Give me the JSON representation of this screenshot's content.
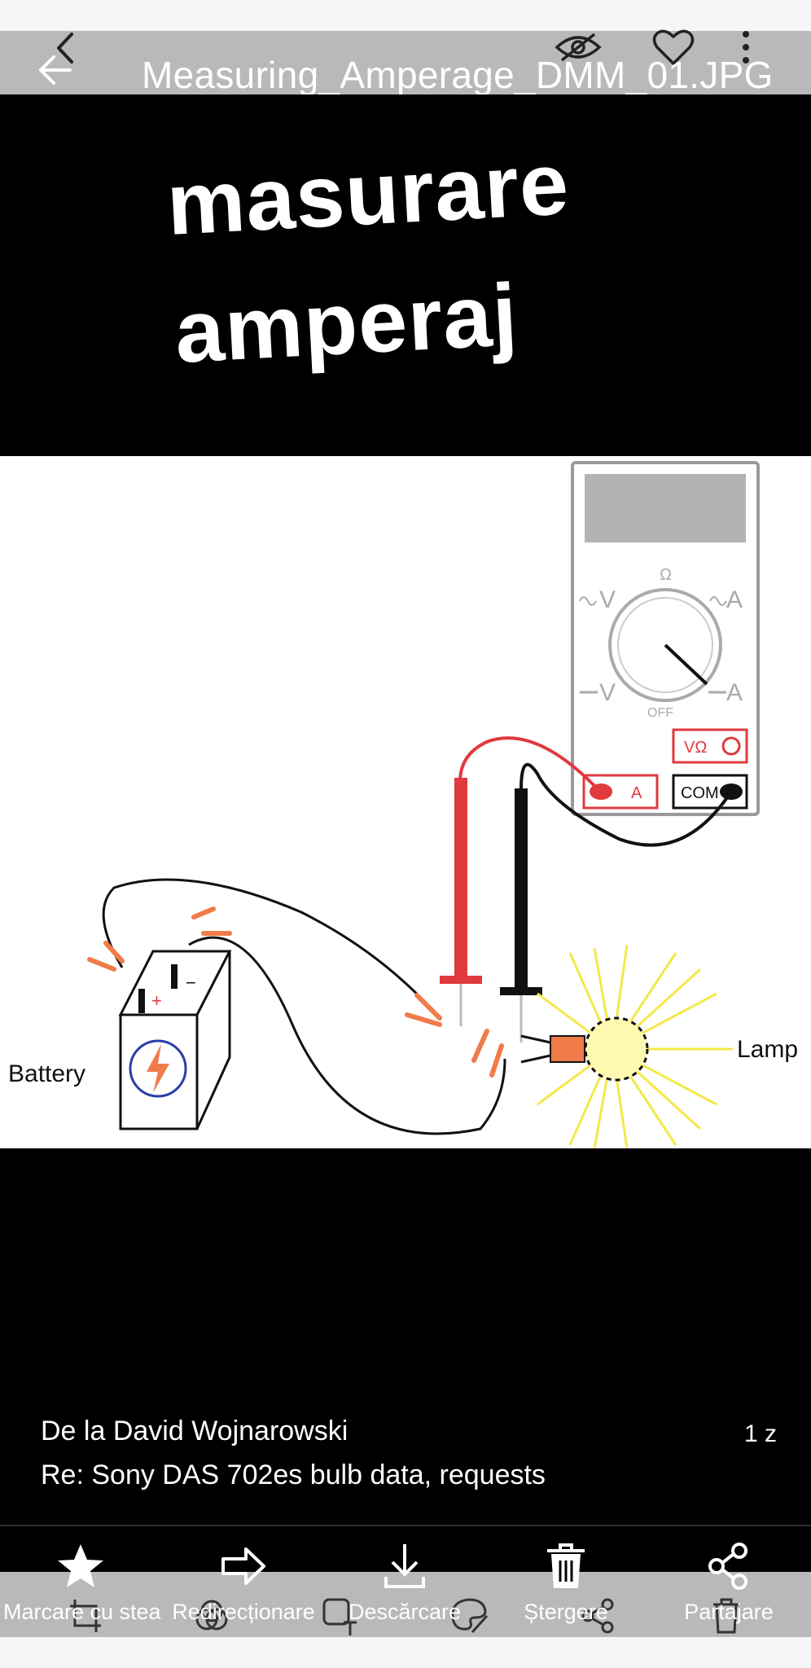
{
  "header": {
    "file_name": "Measuring_Amperage_DMM_01.JPG"
  },
  "image": {
    "caption_line1": "masurare",
    "caption_line2": "amperaj",
    "meter_labels": {
      "ohm": "Ω",
      "ac_volts": "V",
      "ac_amps": "A",
      "dc_volts": "V",
      "dc_amps": "A",
      "off": "OFF",
      "jack_vohm": "VΩ",
      "jack_a": "A",
      "jack_com": "COM"
    },
    "battery_label": "Battery",
    "lamp_label": "Lamp",
    "plus_sign": "+",
    "minus_sign": "−"
  },
  "message": {
    "from": "De la David Wojnarowski",
    "subject": "Re: Sony DAS 702es bulb data, requests",
    "time": "1 z"
  },
  "actions": [
    {
      "label": "Marcare cu stea",
      "icon": "star-icon"
    },
    {
      "label": "Redirecționare",
      "icon": "forward-arrow-icon"
    },
    {
      "label": "Descărcare",
      "icon": "download-icon"
    },
    {
      "label": "Ștergere",
      "icon": "trash-icon"
    },
    {
      "label": "Partajare",
      "icon": "share-icon"
    }
  ],
  "colors": {
    "bar_gray": "#b9b9b9",
    "viewer_bg": "#000000",
    "probe_red": "#e0393e",
    "clip_orange": "#f07c4a",
    "lamp_yellow": "#f5e84a"
  }
}
